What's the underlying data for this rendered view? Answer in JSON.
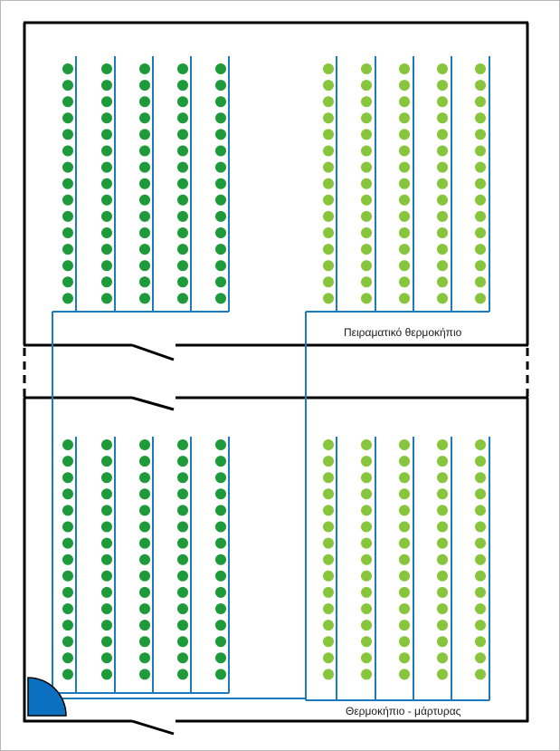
{
  "labels": {
    "experimental": "Πειραματικό θερμοκήπιο",
    "control": "Θερμοκήπιο - μάρτυρας"
  },
  "colors": {
    "wall": "#000000",
    "pipe": "#1a7bbf",
    "plant_dark": "#1e9a3a",
    "plant_light": "#86c53c",
    "source": "#0b6fbf",
    "frame": "#b8b8b8"
  },
  "layout_info": {
    "greenhouses": 2,
    "plant_beds_per_greenhouse": 2,
    "rows_per_bed": 5,
    "plants_per_row": 15
  },
  "icons": {
    "water_source": "quarter-circle-tank-icon",
    "door": "door-opening-icon"
  }
}
